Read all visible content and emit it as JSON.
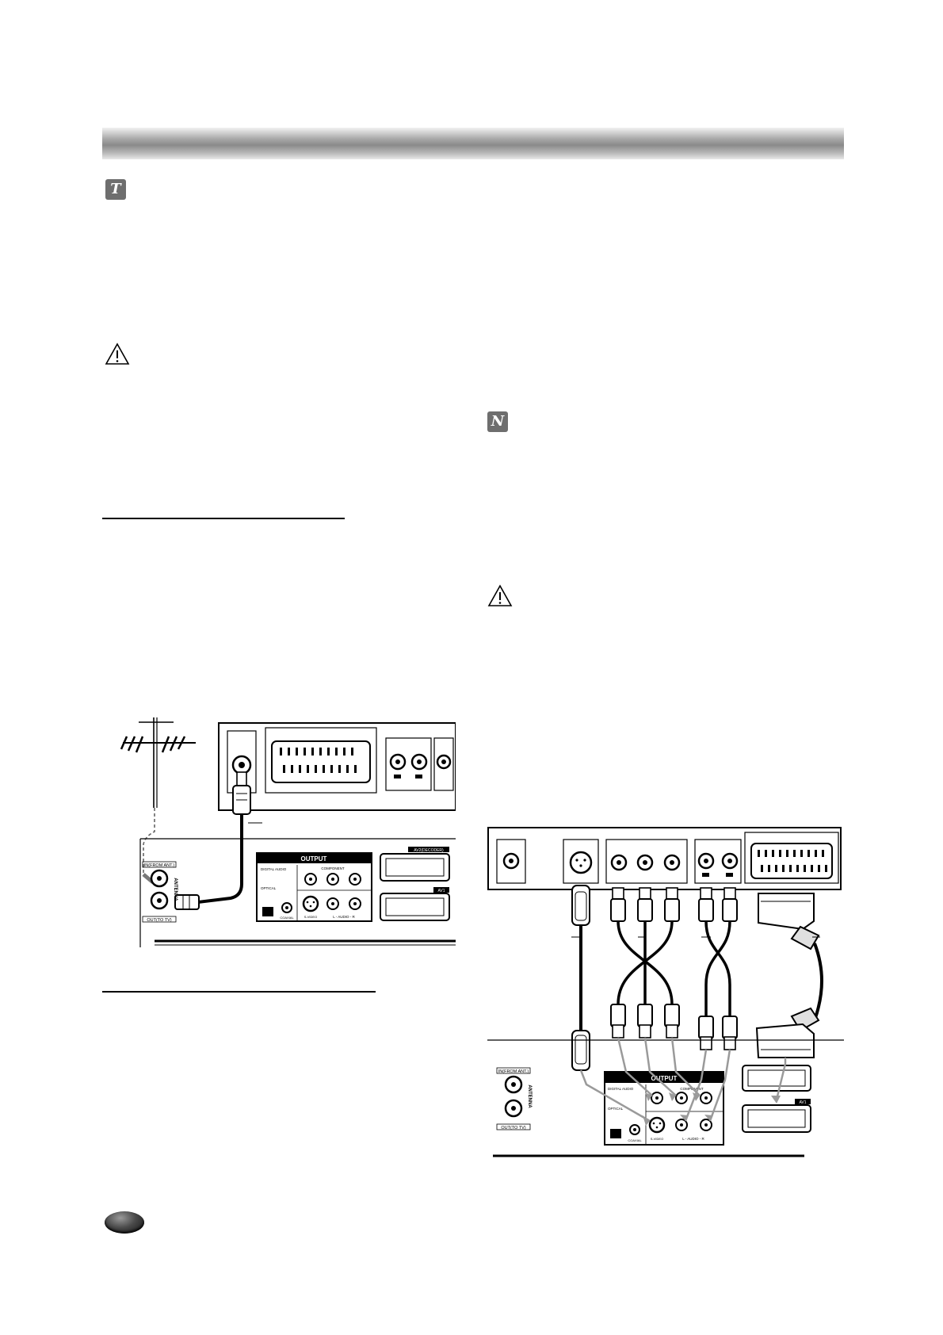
{
  "page": {
    "header_title": "",
    "page_number": ""
  },
  "icons": {
    "tip": {
      "name": "tip-icon",
      "letter": "T"
    },
    "note": {
      "name": "note-icon",
      "letter": "N"
    },
    "caution_left": "warning-triangle-icon",
    "caution_right": "warning-triangle-icon"
  },
  "antenna_diagram": {
    "output_panel_label": "OUTPUT",
    "digital_audio_label": "DIGITAL AUDIO",
    "component_label": "COMPONENT",
    "optical_label": "OPTICAL",
    "coaxial_label": "COAXIAL",
    "svideo_label": "S-VIDEO",
    "audio_label": "L - AUDIO - R",
    "antenna_in_label": "IN(FROM ANT.)",
    "antenna_out_label": "OUT(TO TV)",
    "antenna_vertical_label": "ANTENNA",
    "av2_label": "AV2(DECODER)",
    "av1_label": "AV1"
  },
  "tv_diagram": {
    "output_panel_label": "OUTPUT",
    "digital_audio_label": "DIGITAL AUDIO",
    "component_label": "COMPONENT",
    "optical_label": "OPTICAL",
    "coaxial_label": "COAXIAL",
    "svideo_label": "S-VIDEO",
    "audio_label": "L - AUDIO - R",
    "antenna_in_label": "IN(FROM ANT.)",
    "antenna_out_label": "OUT(TO TV)",
    "antenna_vertical_label": "ANTENNA",
    "av1_label": "AV1"
  }
}
